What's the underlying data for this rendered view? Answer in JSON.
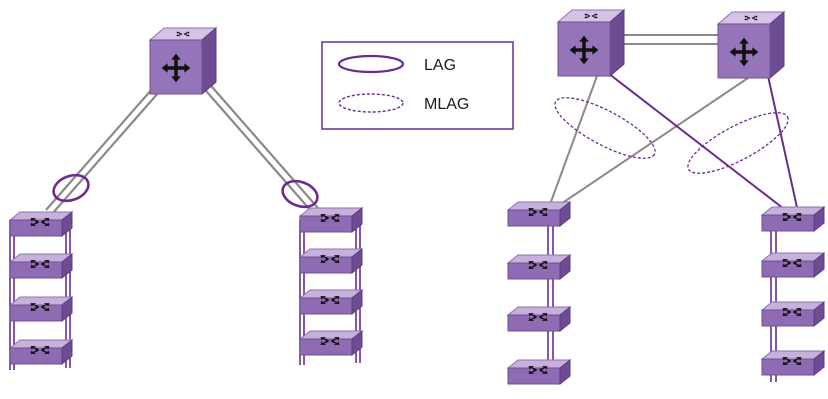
{
  "legend": {
    "items": [
      {
        "label": "LAG",
        "style": "solid"
      },
      {
        "label": "MLAG",
        "style": "dashed"
      }
    ]
  },
  "colors": {
    "accent": "#6a2c91",
    "switch_top": "#c7b1dc",
    "switch_front": "#8f6bb3",
    "switch_side": "#6d4c93",
    "link": "#8a8a8a",
    "legend_border": "#6a2c91",
    "arrow_icon": "#111111"
  },
  "icons": {
    "switch": "four-way-arrow-switch-icon"
  },
  "topologies": [
    {
      "name": "single-core-lag",
      "core_switches": 1,
      "edge_stacks": 2,
      "switches_per_stack": 4,
      "aggregation": "LAG"
    },
    {
      "name": "dual-core-mlag",
      "core_switches": 2,
      "edge_stacks": 2,
      "switches_per_stack": 4,
      "aggregation": "MLAG"
    }
  ]
}
